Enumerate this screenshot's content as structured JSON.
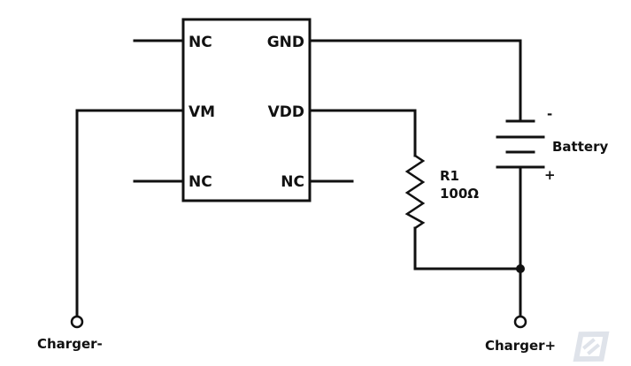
{
  "diagram": {
    "ic_pins": {
      "top_left": "NC",
      "top_right": "GND",
      "mid_left": "VM",
      "mid_right": "VDD",
      "bottom_left": "NC",
      "bottom_right": "NC"
    },
    "resistor": {
      "name": "R1",
      "value": "100Ω"
    },
    "battery": {
      "label": "Battery",
      "negative_sign": "-",
      "positive_sign": "+"
    },
    "terminals": {
      "charger_negative": "Charger-",
      "charger_positive": "Charger+"
    }
  },
  "colors": {
    "wire": "#111111",
    "background": "#ffffff"
  }
}
